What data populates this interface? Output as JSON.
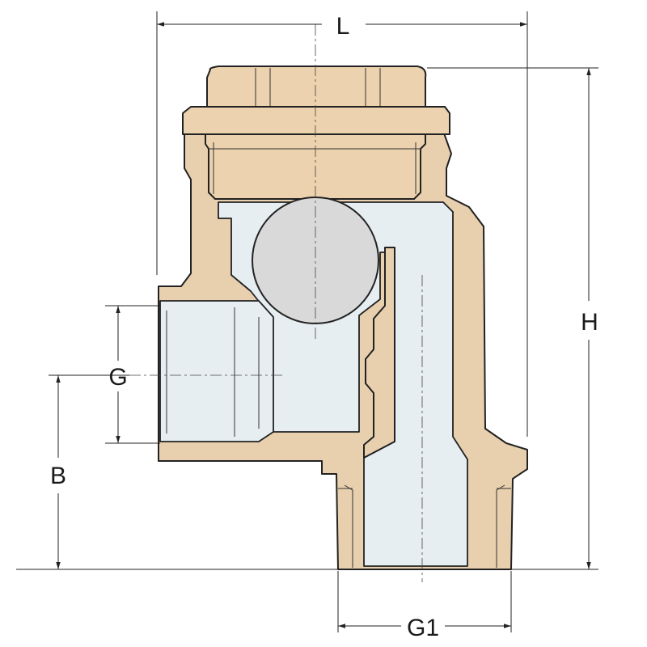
{
  "drawing": {
    "dimensions": {
      "length": "L",
      "height": "H",
      "inlet_thread": "G",
      "outlet_thread": "G1",
      "base_to_inlet_axis": "B"
    }
  },
  "colors": {
    "brass": "#E8CFAE",
    "bore": "#E6EEF2",
    "ball": "#D9D9D9",
    "line": "#222222"
  }
}
